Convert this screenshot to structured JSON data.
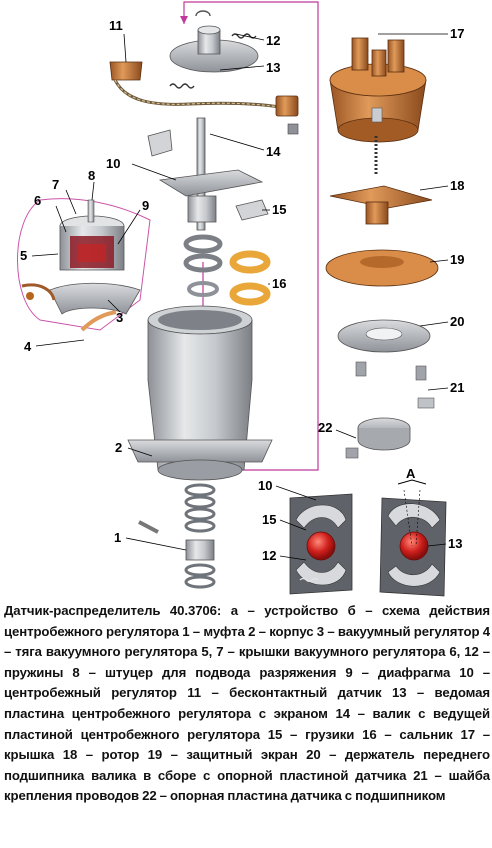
{
  "labels": {
    "n1": "1",
    "n2": "2",
    "n3": "3",
    "n4": "4",
    "n5": "5",
    "n6": "6",
    "n7": "7",
    "n8": "8",
    "n9": "9",
    "n10": "10",
    "n11": "11",
    "n12": "12",
    "n13": "13",
    "n14": "14",
    "n15": "15",
    "n16": "16",
    "n17": "17",
    "n18": "18",
    "n19": "19",
    "n20": "20",
    "n21": "21",
    "n22": "22",
    "d10": "10",
    "d15": "15",
    "d12": "12",
    "d13": "13",
    "angle": "A"
  },
  "caption": "Датчик-распределитель 40.3706: а – устройство б – схема действия центробежного регулятора 1 – муфта 2 – корпус 3 – вакуумный регулятор 4 – тяга вакуумного регулятора 5, 7 – крышки вакуумного регулятора 6, 12 – пружины 8 – штуцер для подвода разряжения 9 – диафрагма 10 – центробежный регулятор 11 – бесконтактный датчик 13 – ведомая пластина центробежного регулятора с экраном 14 – валик с ведущей пластиной центробежного регулятора 15 – грузики 16 – сальник 17 – крышка 18 – ротор 19 – защитный экран 20 – держатель переднего подшипника валика в сборе с опорной пластиной датчика 21 – шайба крепления проводов 22 – опорная пластина датчика с подшипником",
  "colors": {
    "metal": "#c9ccd0",
    "metal_dark": "#8e9298",
    "copper": "#c77b3c",
    "copper_dark": "#8c4d1f",
    "amber": "#e9a73a",
    "red": "#d0201c",
    "guide": "#c2379a",
    "leader": "#000000"
  }
}
